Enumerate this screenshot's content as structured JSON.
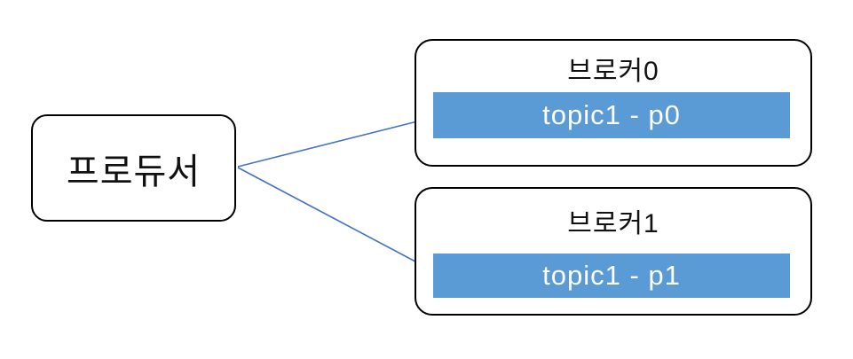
{
  "diagram": {
    "producer": {
      "label": "프로듀서"
    },
    "brokers": [
      {
        "title": "브로커0",
        "partition": "topic1 - p0"
      },
      {
        "title": "브로커1",
        "partition": "topic1 - p1"
      }
    ],
    "arrows": [
      {
        "name": "producer-to-broker0-partition"
      },
      {
        "name": "producer-to-broker1-partition"
      }
    ]
  },
  "colors": {
    "accent": "#5B9BD5",
    "accent_text": "#FFFFFF",
    "arrow": "#4472C4",
    "box_border": "#000000",
    "text": "#111111",
    "background": "#FFFFFF"
  }
}
